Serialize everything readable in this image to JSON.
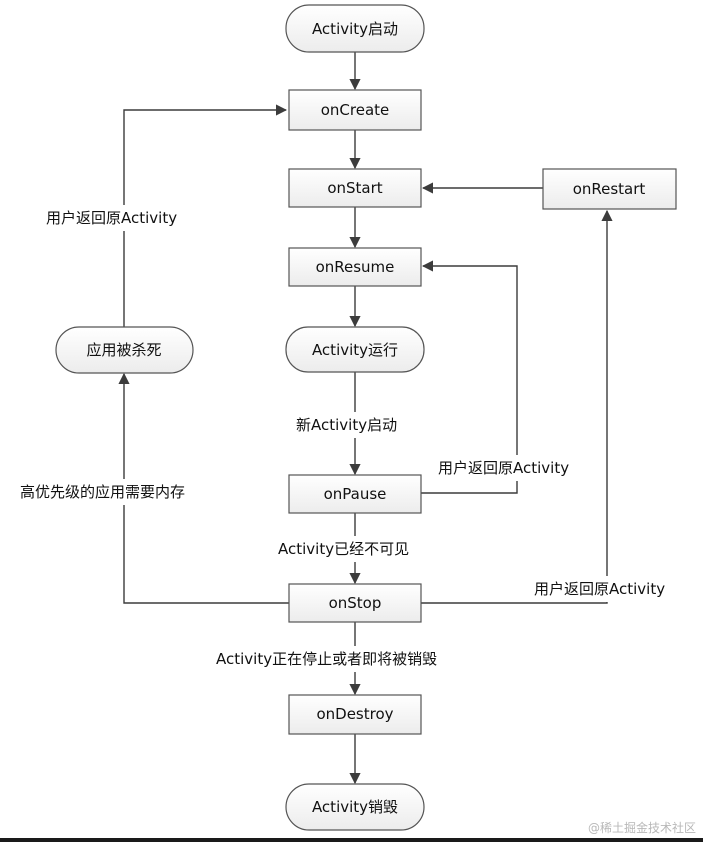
{
  "nodes": {
    "activity_start": "Activity启动",
    "on_create": "onCreate",
    "on_start": "onStart",
    "on_restart": "onRestart",
    "on_resume": "onResume",
    "app_killed": "应用被杀死",
    "activity_running": "Activity运行",
    "on_pause": "onPause",
    "on_stop": "onStop",
    "on_destroy": "onDestroy",
    "activity_destroyed": "Activity销毁"
  },
  "edges": {
    "user_back_to_create": "用户返回原Activity",
    "new_activity_start": "新Activity启动",
    "user_back_to_resume": "用户返回原Activity",
    "high_priority_memory": "高优先级的应用需要内存",
    "activity_invisible": "Activity已经不可见",
    "user_back_to_restart": "用户返回原Activity",
    "stopping_or_destroying": "Activity正在停止或者即将被销毁"
  },
  "watermark": "@稀土掘金技术社区"
}
